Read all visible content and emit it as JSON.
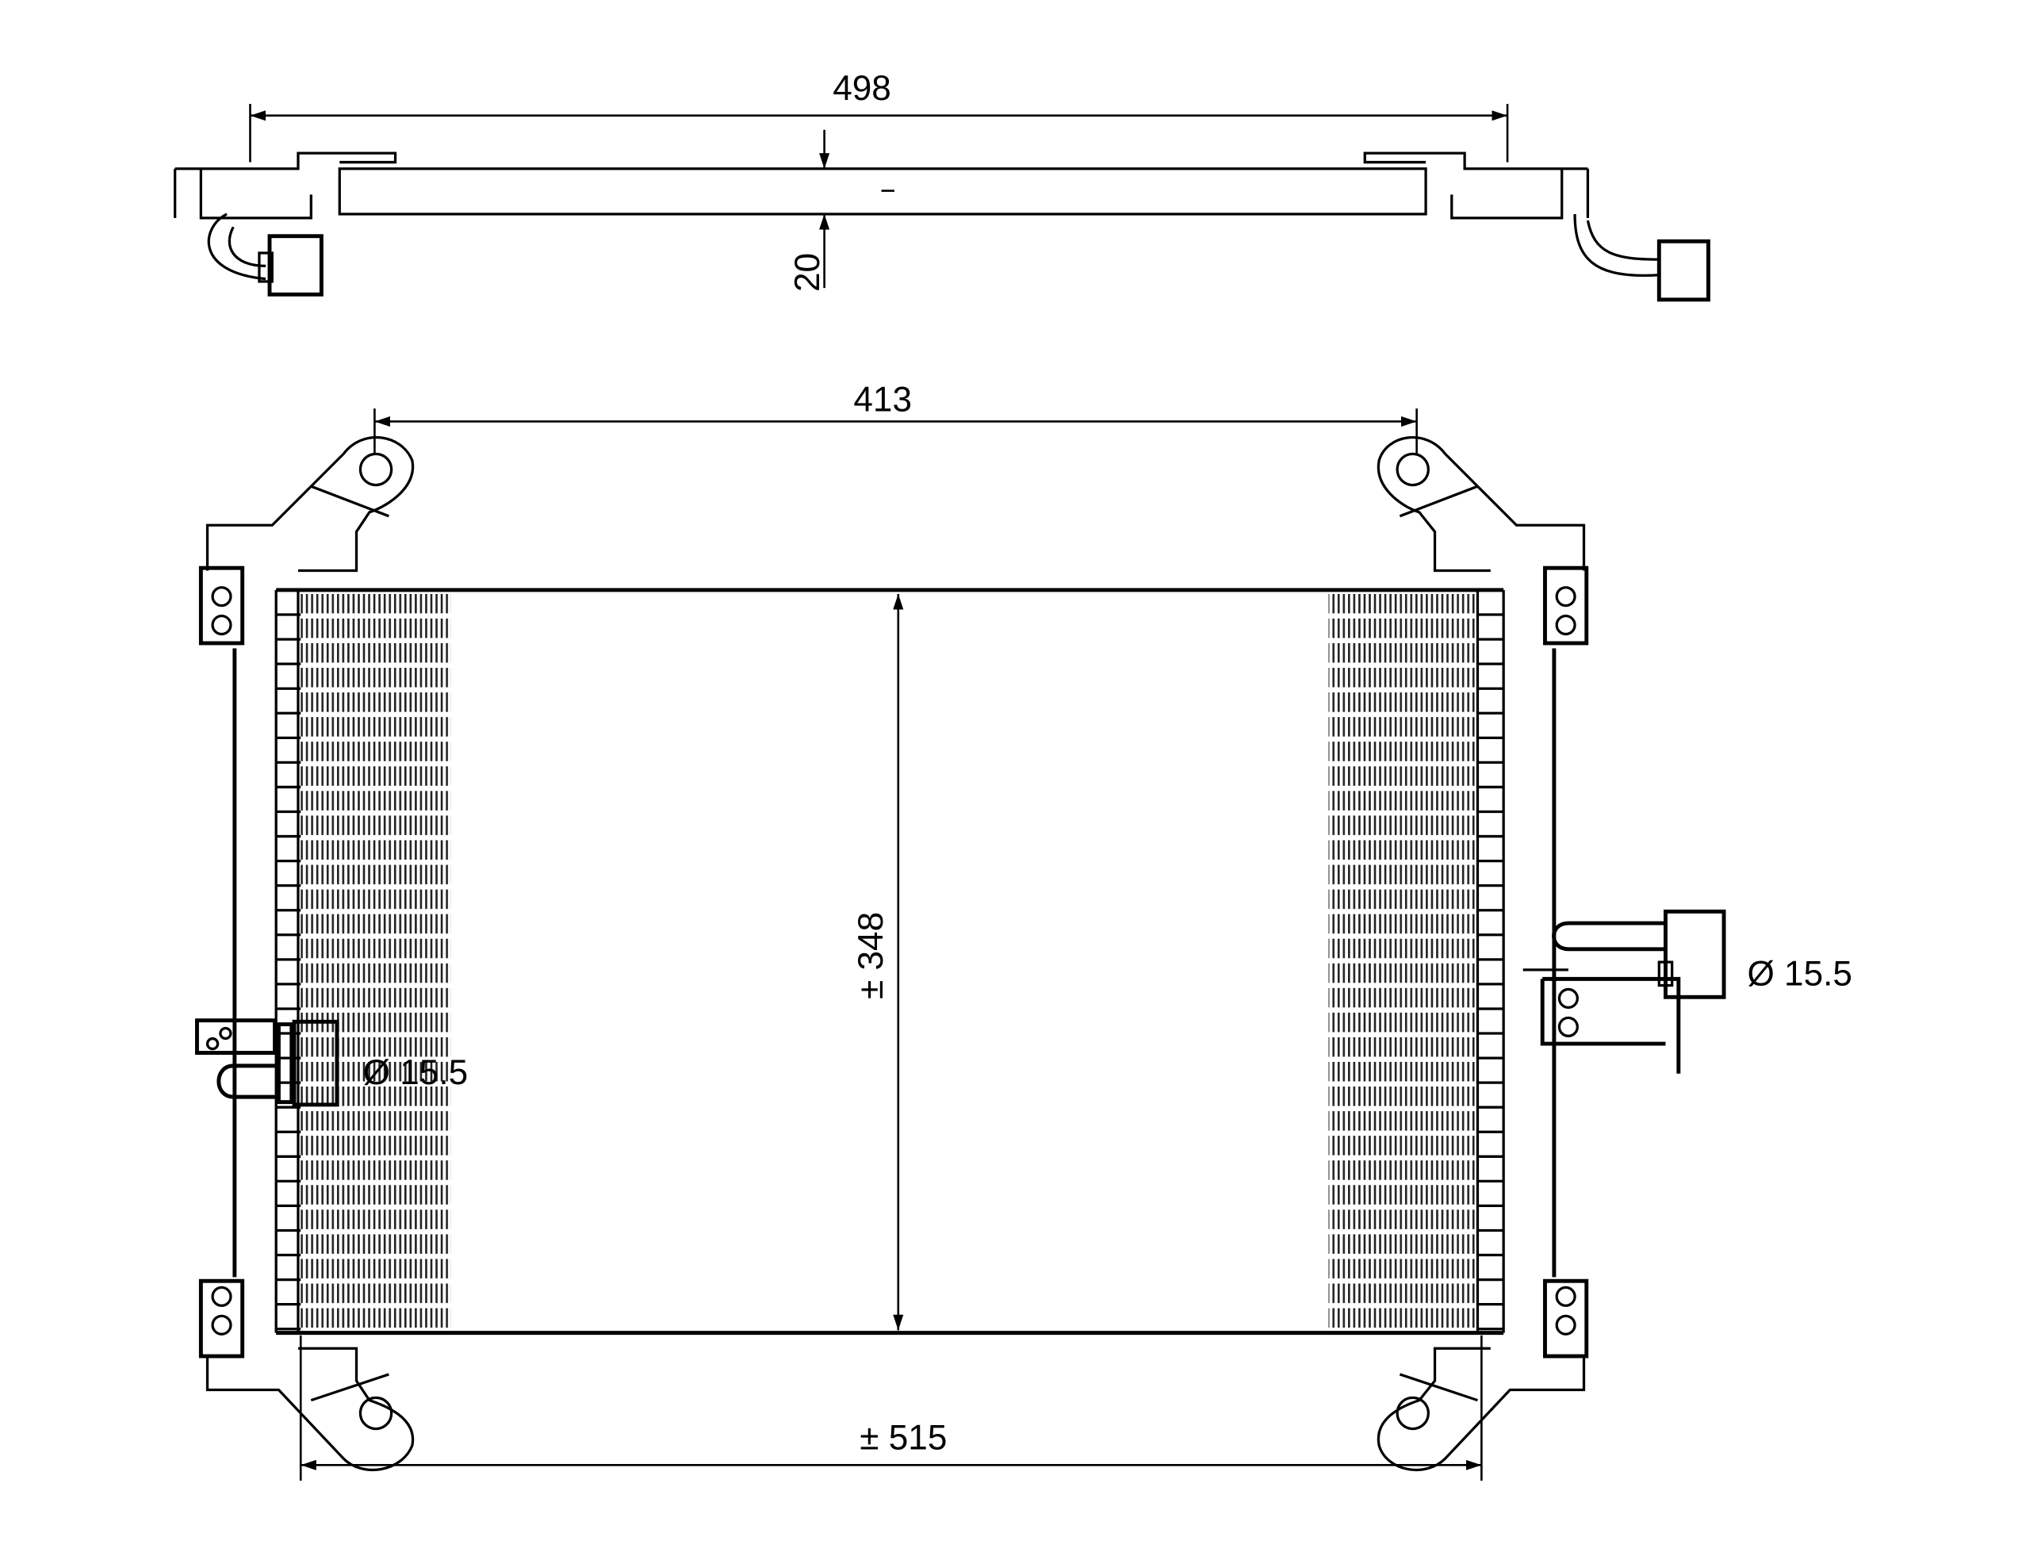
{
  "drawing": {
    "top_view": {
      "width_label": "498",
      "depth_label": "20"
    },
    "front_view": {
      "mount_spacing_label": "413",
      "height_label": "± 348",
      "overall_width_label": "± 515",
      "left_port_label": "Ø 15.5",
      "right_port_label": "Ø 15.5"
    },
    "colors": {
      "line": "#000000",
      "background": "#ffffff"
    }
  }
}
